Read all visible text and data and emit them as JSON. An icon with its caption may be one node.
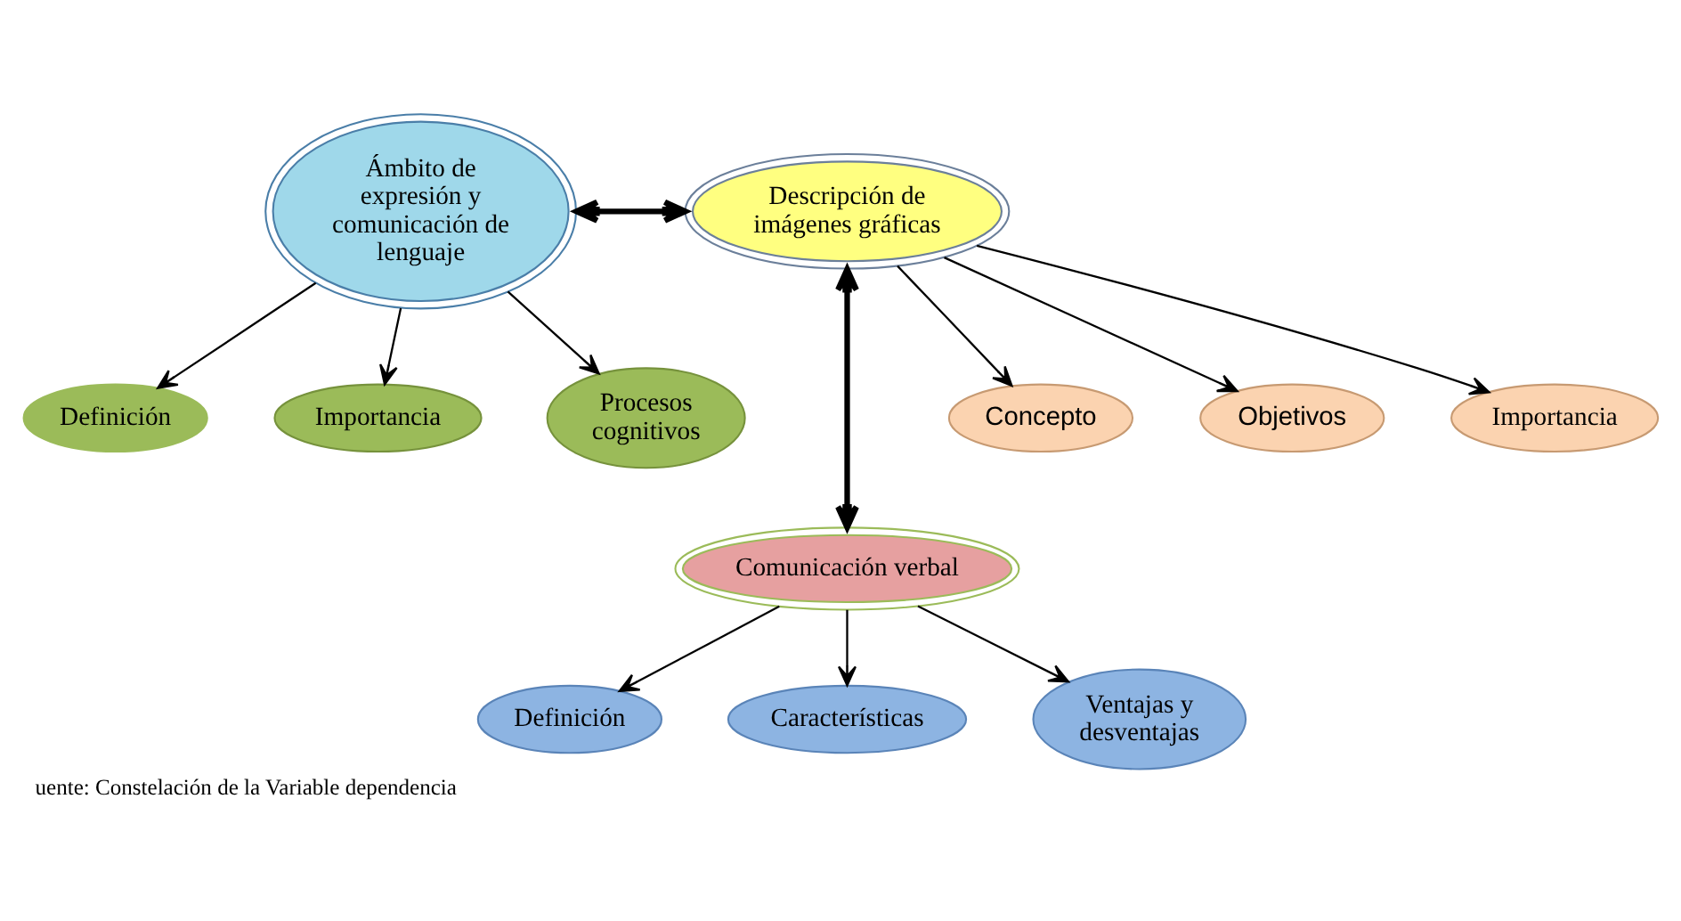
{
  "diagram": {
    "caption": "uente: Constelación de la Variable dependencia",
    "nodes": [
      {
        "text": [
          "Ámbito de expresión y comunicación de lenguaje"
        ]
      },
      {
        "text": [
          "Descripción de imágenes gráficas"
        ]
      },
      {
        "text": [
          "Concepto"
        ]
      },
      {
        "text": [
          "Objetivos"
        ]
      },
      {
        "text": [
          "Importancia"
        ]
      },
      {
        "text": [
          "Definición"
        ]
      },
      {
        "text": [
          "Importancia"
        ]
      },
      {
        "text": [
          "Procesos cognitivos"
        ]
      },
      {
        "text": [
          "Comunicación verbal"
        ]
      },
      {
        "text": [
          "Definición"
        ]
      },
      {
        "text": [
          "Características"
        ]
      },
      {
        "text": [
          "Ventajas y desventajas"
        ]
      }
    ],
    "edges": [
      {
        "from": 0,
        "to": 1,
        "arrow": "both",
        "style": "thick"
      },
      {
        "from": 1,
        "to": 2,
        "arrow": "to"
      },
      {
        "from": 1,
        "to": 3,
        "arrow": "to"
      },
      {
        "from": 1,
        "to": 4,
        "arrow": "to"
      },
      {
        "from": 0,
        "to": 5,
        "arrow": "to"
      },
      {
        "from": 0,
        "to": 6,
        "arrow": "to"
      },
      {
        "from": 0,
        "to": 7,
        "arrow": "to"
      },
      {
        "from": 1,
        "to": 8,
        "arrow": "both",
        "style": "thick"
      },
      {
        "from": 8,
        "to": 9,
        "arrow": "to"
      },
      {
        "from": 8,
        "to": 10,
        "arrow": "to"
      },
      {
        "from": 8,
        "to": 11,
        "arrow": "to"
      }
    ]
  }
}
